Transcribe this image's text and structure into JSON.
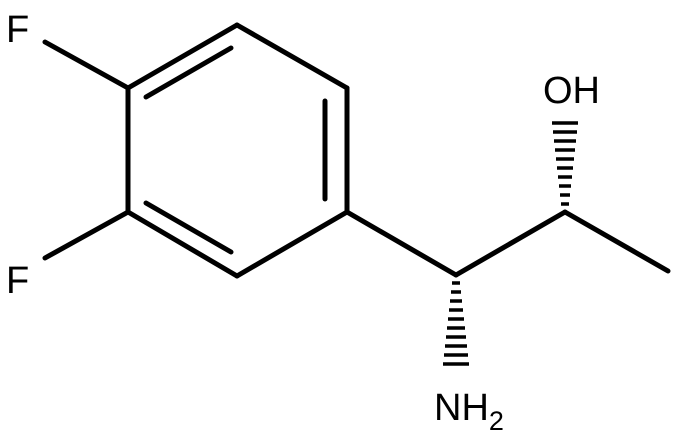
{
  "structure": {
    "atoms": {
      "f_top": "F",
      "f_bottom": "F",
      "hydroxyl": "OH",
      "amine_main": "NH",
      "amine_subscript": "2"
    },
    "stereo_bonds": [
      "hashed-wedge",
      "hashed-wedge"
    ]
  }
}
